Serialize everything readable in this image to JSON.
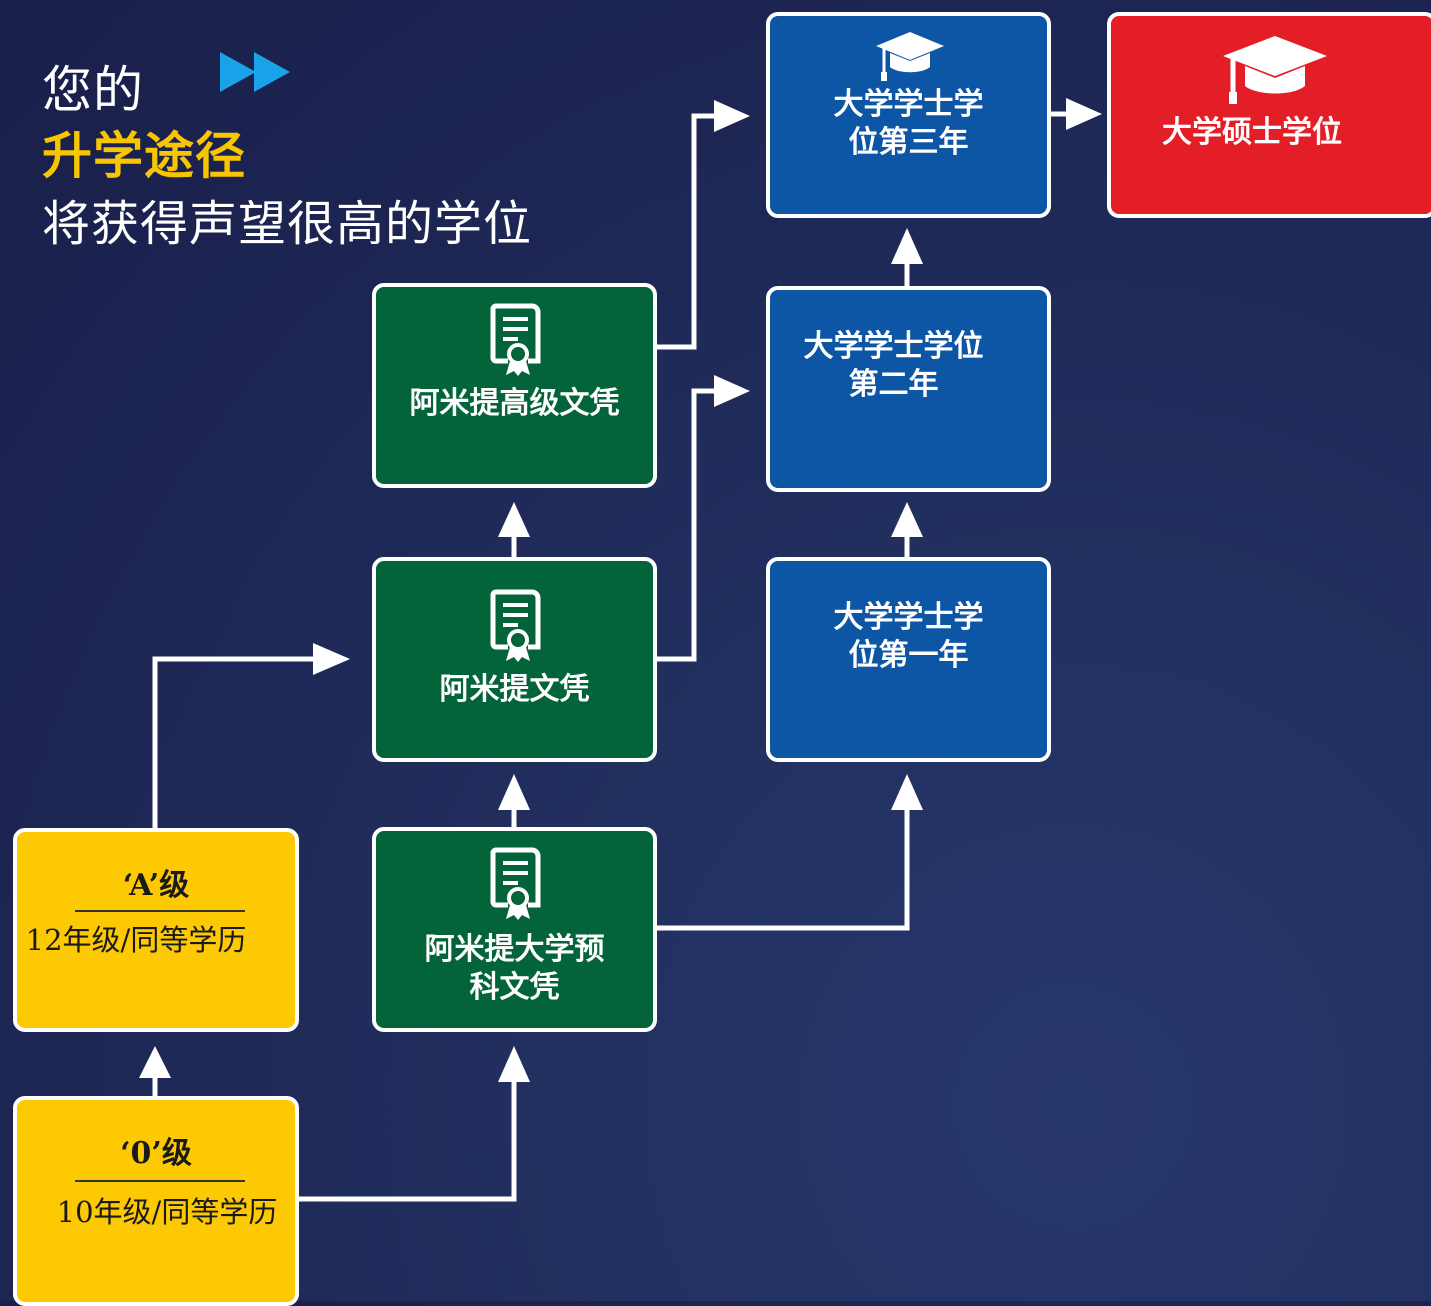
{
  "headline": {
    "line1": "您的",
    "line2": "升学途径",
    "line3": "将获得声望很高的学位",
    "accent_color": "#f7c600",
    "arrow_icon": "fast-forward-icon"
  },
  "nodes": {
    "o_level": {
      "level": "‘0’级",
      "grade": "10年级/同等学历"
    },
    "a_level": {
      "level": "‘A’级",
      "grade": "12年级/同等学历"
    },
    "foundation": {
      "label": "阿米提大学预\n科文凭",
      "icon": "certificate-icon"
    },
    "diploma": {
      "label": "阿米提文凭",
      "icon": "certificate-icon"
    },
    "advanced_diploma": {
      "label": "阿米提高级文凭",
      "icon": "certificate-icon"
    },
    "bachelor_year1": {
      "label": "大学学士学\n位第一年"
    },
    "bachelor_year2": {
      "label": "大学学士学位\n第二年"
    },
    "bachelor_year3": {
      "label": "大学学士学\n位第三年",
      "icon": "graduation-cap-icon"
    },
    "master": {
      "label": "大学硕士学位",
      "icon": "graduation-cap-icon"
    }
  },
  "colors": {
    "yellow": "#fdc903",
    "green": "#03643a",
    "blue": "#0d55a5",
    "red": "#e41e26",
    "background": "#1f2756"
  }
}
